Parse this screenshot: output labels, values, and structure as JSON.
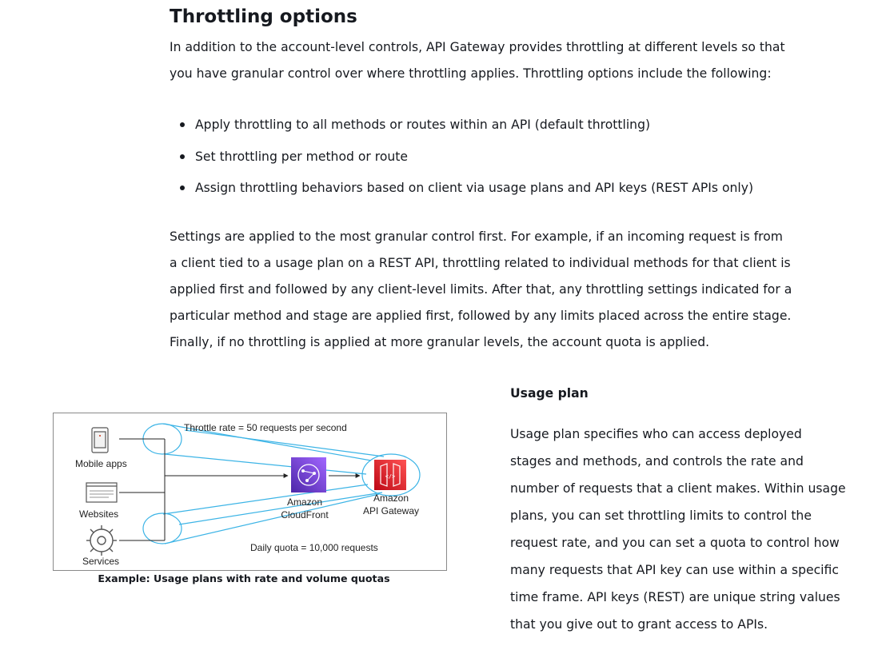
{
  "section": {
    "title": "Throttling options",
    "intro": "In addition to the account-level controls, API Gateway provides throttling at different levels so that you have granular control over where throttling applies. Throttling options include the following:",
    "bullets": [
      "Apply throttling to all methods or routes within an API (default throttling)",
      "Set throttling per method or route",
      "Assign throttling behaviors based on client via usage plans and API keys (REST APIs only)"
    ],
    "settings_paragraph": "Settings are applied to the most granular control first. For example, if an incoming request is from a client tied to a usage plan on a REST API, throttling related to individual methods for that client is applied first and followed by any client-level limits. After that, any throttling settings indicated for a particular method and stage are applied first, followed by any limits placed across the entire stage. Finally, if no throttling is applied at more granular levels, the account quota is applied."
  },
  "usage_plan": {
    "heading": "Usage plan",
    "text": "Usage plan specifies who can access deployed stages and methods, and controls the rate and number of requests that a client makes. Within usage plans, you can set throttling limits to control the request rate, and you can set a quota to control how many requests that API key can use within a specific time frame. API keys (REST) are unique string values that you give out to grant access to APIs."
  },
  "diagram": {
    "throttle_label": "Throttle rate = 50 requests per second",
    "quota_label": "Daily quota = 10,000 requests",
    "clients": {
      "mobile": "Mobile apps",
      "websites": "Websites",
      "services": "Services"
    },
    "cloudfront": {
      "line1": "Amazon",
      "line2": "CloudFront",
      "color": "#8c4fff"
    },
    "api_gateway": {
      "line1": "Amazon",
      "line2": "API Gateway",
      "color": "#e7157b"
    },
    "ellipse_color": "#3cb4e6",
    "caption": "Example: Usage plans with rate and volume quotas"
  }
}
